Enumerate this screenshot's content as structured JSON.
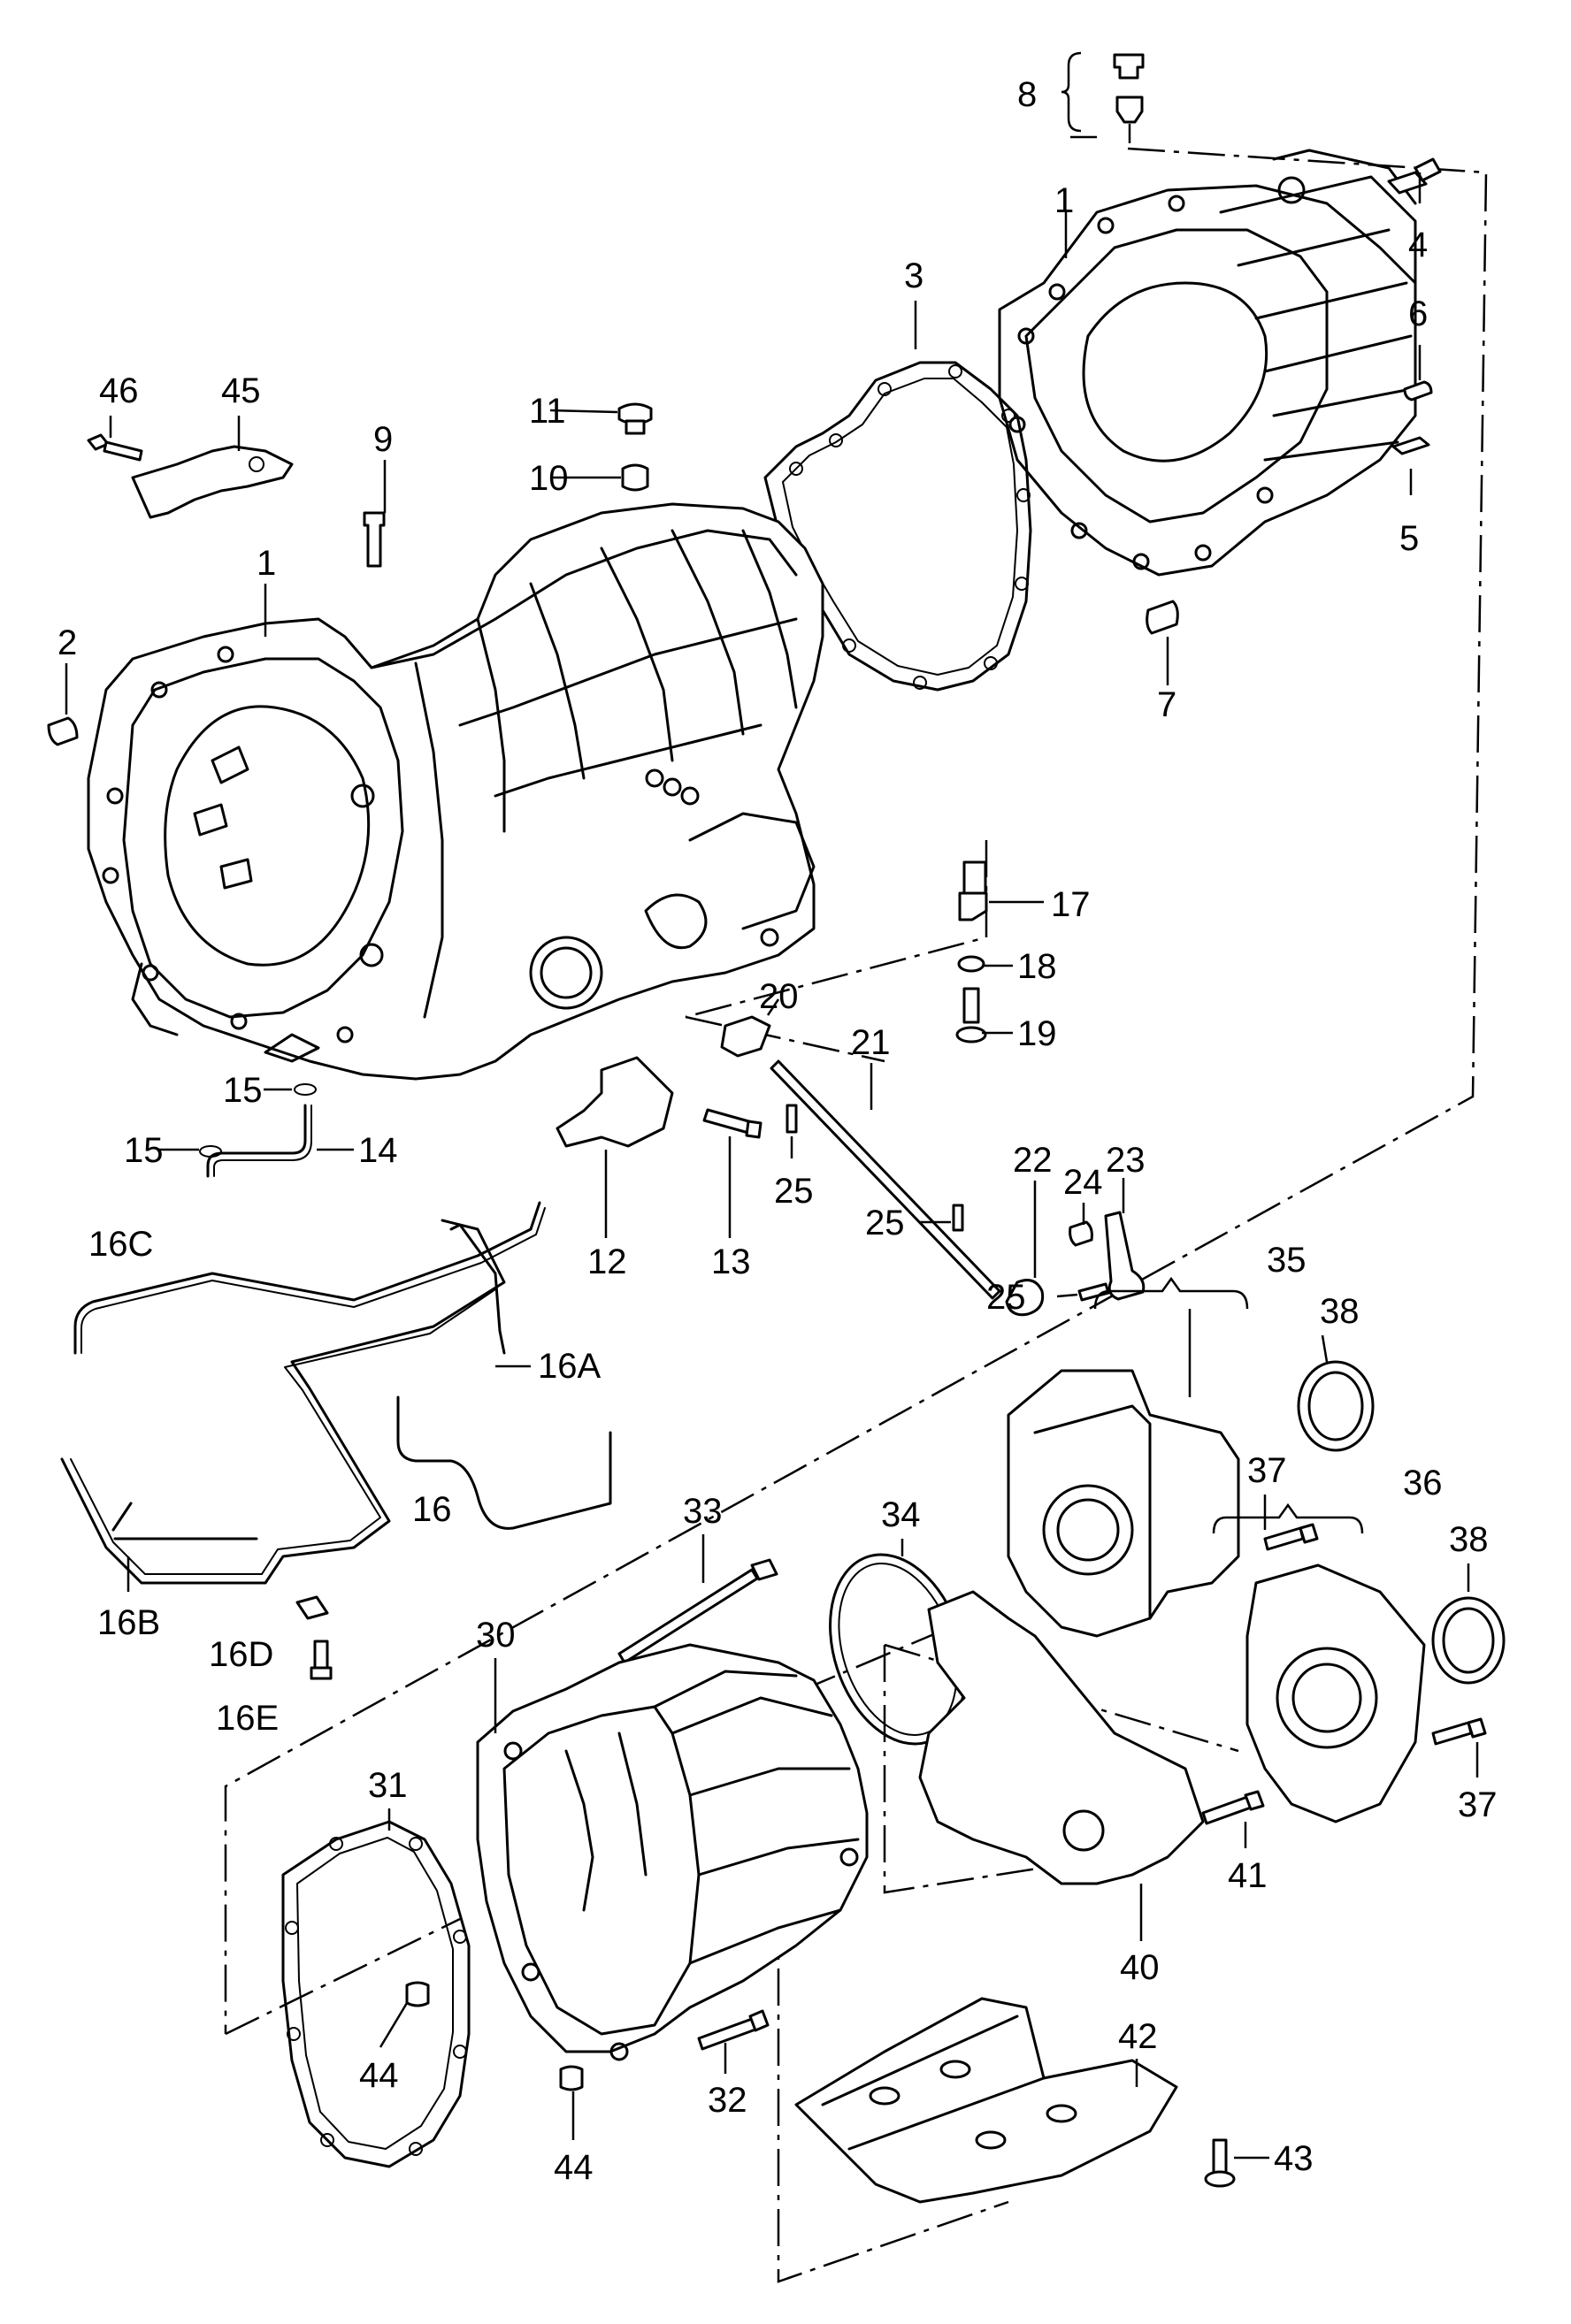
{
  "diagram": {
    "callouts": [
      {
        "id": "c8",
        "text": "8"
      },
      {
        "id": "c1a",
        "text": "1"
      },
      {
        "id": "c4",
        "text": "4"
      },
      {
        "id": "c3",
        "text": "3"
      },
      {
        "id": "c6",
        "text": "6"
      },
      {
        "id": "c5",
        "text": "5"
      },
      {
        "id": "c7",
        "text": "7"
      },
      {
        "id": "c46",
        "text": "46"
      },
      {
        "id": "c45",
        "text": "45"
      },
      {
        "id": "c9",
        "text": "9"
      },
      {
        "id": "c11",
        "text": "11"
      },
      {
        "id": "c10",
        "text": "10"
      },
      {
        "id": "c1b",
        "text": "1"
      },
      {
        "id": "c2",
        "text": "2"
      },
      {
        "id": "c17",
        "text": "17"
      },
      {
        "id": "c18",
        "text": "18"
      },
      {
        "id": "c19",
        "text": "19"
      },
      {
        "id": "c20",
        "text": "20"
      },
      {
        "id": "c21",
        "text": "21"
      },
      {
        "id": "c15a",
        "text": "15"
      },
      {
        "id": "c15b",
        "text": "15"
      },
      {
        "id": "c14",
        "text": "14"
      },
      {
        "id": "c22",
        "text": "22"
      },
      {
        "id": "c23",
        "text": "23"
      },
      {
        "id": "c24",
        "text": "24"
      },
      {
        "id": "c25a",
        "text": "25"
      },
      {
        "id": "c25b",
        "text": "25"
      },
      {
        "id": "c25c",
        "text": "25"
      },
      {
        "id": "c12",
        "text": "12"
      },
      {
        "id": "c13",
        "text": "13"
      },
      {
        "id": "c16C",
        "text": "16C"
      },
      {
        "id": "c16A",
        "text": "16A"
      },
      {
        "id": "c16",
        "text": "16"
      },
      {
        "id": "c16B",
        "text": "16B"
      },
      {
        "id": "c16D",
        "text": "16D"
      },
      {
        "id": "c16E",
        "text": "16E"
      },
      {
        "id": "c35",
        "text": "35"
      },
      {
        "id": "c38a",
        "text": "38"
      },
      {
        "id": "c37a",
        "text": "37"
      },
      {
        "id": "c36",
        "text": "36"
      },
      {
        "id": "c38b",
        "text": "38"
      },
      {
        "id": "c37b",
        "text": "37"
      },
      {
        "id": "c33",
        "text": "33"
      },
      {
        "id": "c34",
        "text": "34"
      },
      {
        "id": "c30",
        "text": "30"
      },
      {
        "id": "c31",
        "text": "31"
      },
      {
        "id": "c41",
        "text": "41"
      },
      {
        "id": "c40",
        "text": "40"
      },
      {
        "id": "c44a",
        "text": "44"
      },
      {
        "id": "c44b",
        "text": "44"
      },
      {
        "id": "c32",
        "text": "32"
      },
      {
        "id": "c42",
        "text": "42"
      },
      {
        "id": "c43",
        "text": "43"
      }
    ]
  }
}
